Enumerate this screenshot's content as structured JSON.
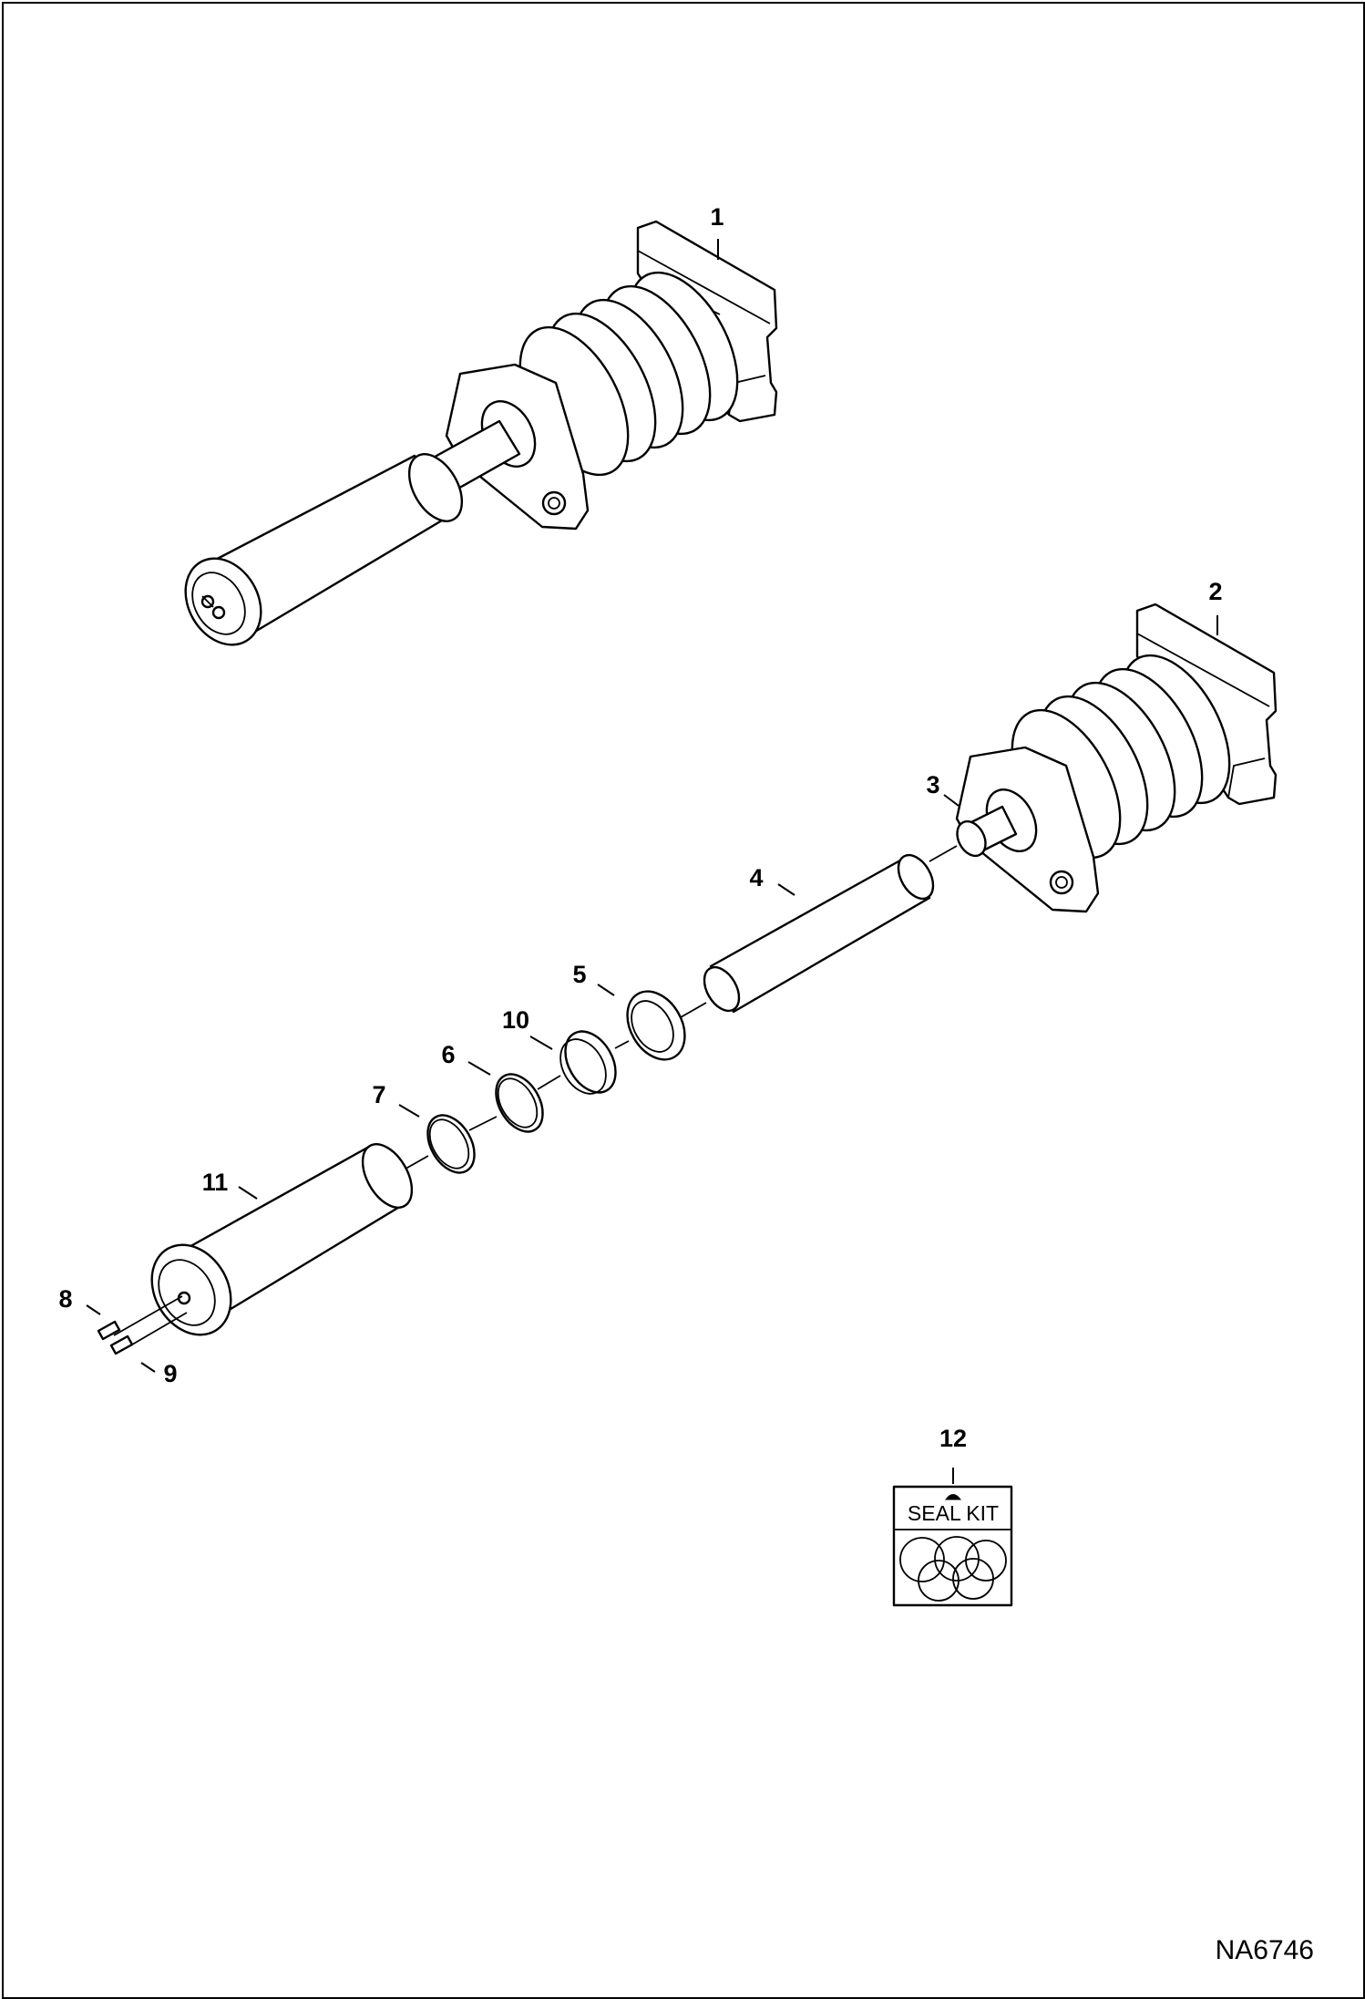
{
  "callouts": {
    "c1": "1",
    "c2": "2",
    "c3": "3",
    "c4": "4",
    "c5": "5",
    "c6": "6",
    "c7": "7",
    "c8": "8",
    "c9": "9",
    "c10": "10",
    "c11": "11",
    "c12": "12"
  },
  "seal_kit": {
    "label": "SEAL KIT"
  },
  "drawing_code": "NA6746"
}
